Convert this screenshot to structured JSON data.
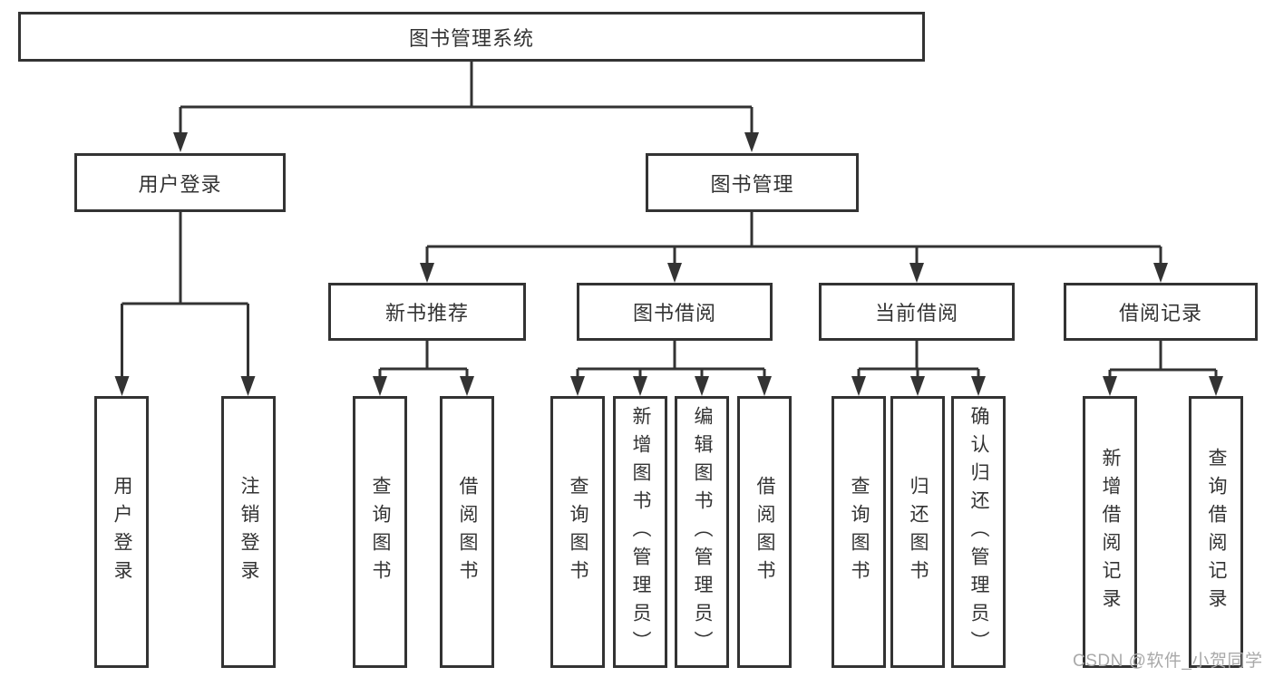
{
  "diagram": {
    "root": {
      "label": "图书管理系统",
      "children": [
        {
          "label": "用户登录",
          "children": [
            {
              "label": "用户登录"
            },
            {
              "label": "注销登录"
            }
          ]
        },
        {
          "label": "图书管理",
          "children": [
            {
              "label": "新书推荐",
              "children": [
                {
                  "label": "查询图书"
                },
                {
                  "label": "借阅图书"
                }
              ]
            },
            {
              "label": "图书借阅",
              "children": [
                {
                  "label": "查询图书"
                },
                {
                  "label": "新增图书（管理员）"
                },
                {
                  "label": "编辑图书（管理员）"
                },
                {
                  "label": "借阅图书"
                }
              ]
            },
            {
              "label": "当前借阅",
              "children": [
                {
                  "label": "查询图书"
                },
                {
                  "label": "归还图书"
                },
                {
                  "label": "确认归还（管理员）"
                }
              ]
            },
            {
              "label": "借阅记录",
              "children": [
                {
                  "label": "新增借阅记录"
                },
                {
                  "label": "查询借阅记录"
                }
              ]
            }
          ]
        }
      ]
    }
  },
  "watermark": {
    "text": "CSDN @软件_小贺同学"
  },
  "colors": {
    "line": "#333333",
    "box_border": "#333333",
    "box_fill": "#ffffff",
    "text": "#333333",
    "watermark": "#a9a9a9",
    "background": "#ffffff"
  }
}
